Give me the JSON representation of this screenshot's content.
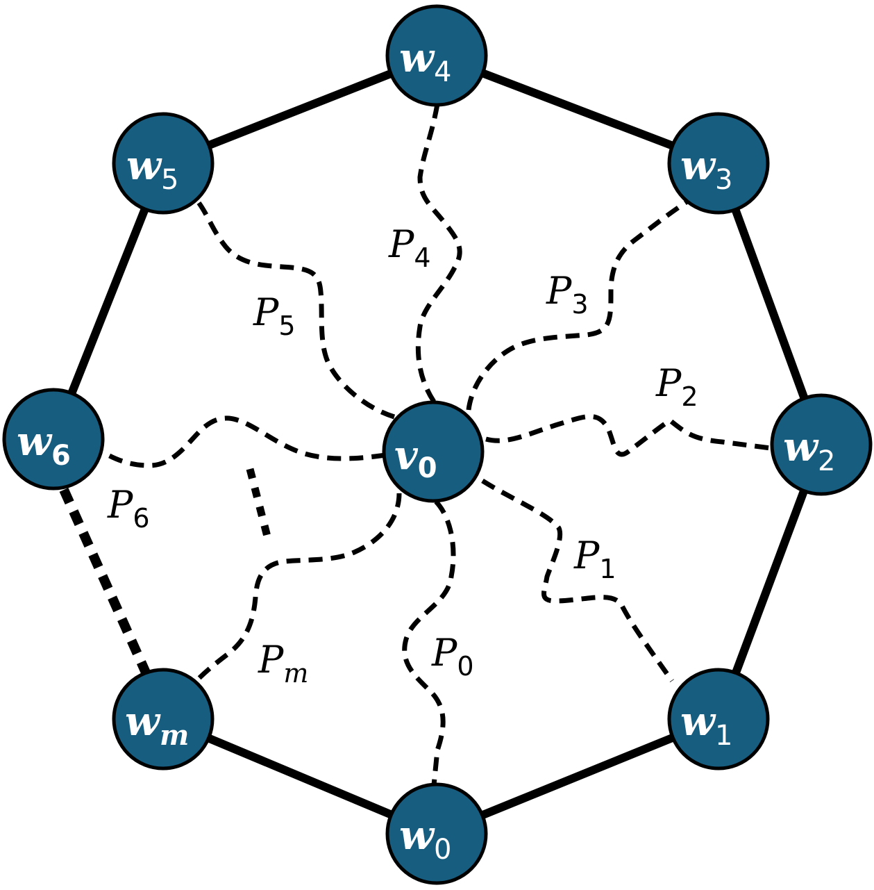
{
  "colors": {
    "node_fill": "#175d80",
    "node_stroke": "#000000",
    "edge": "#000000",
    "label": "#ffffff"
  },
  "center": {
    "base": "v",
    "sub": "0"
  },
  "rim_nodes": [
    {
      "base": "w",
      "sub": "0"
    },
    {
      "base": "w",
      "sub": "1"
    },
    {
      "base": "w",
      "sub": "2"
    },
    {
      "base": "w",
      "sub": "3"
    },
    {
      "base": "w",
      "sub": "4"
    },
    {
      "base": "w",
      "sub": "5"
    },
    {
      "base": "w",
      "sub": "6"
    },
    {
      "base": "w",
      "sub": "m"
    }
  ],
  "paths": [
    {
      "base": "P",
      "sub": "0"
    },
    {
      "base": "P",
      "sub": "1"
    },
    {
      "base": "P",
      "sub": "2"
    },
    {
      "base": "P",
      "sub": "3"
    },
    {
      "base": "P",
      "sub": "4"
    },
    {
      "base": "P",
      "sub": "5"
    },
    {
      "base": "P",
      "sub": "6"
    },
    {
      "base": "P",
      "sub": "m"
    }
  ]
}
